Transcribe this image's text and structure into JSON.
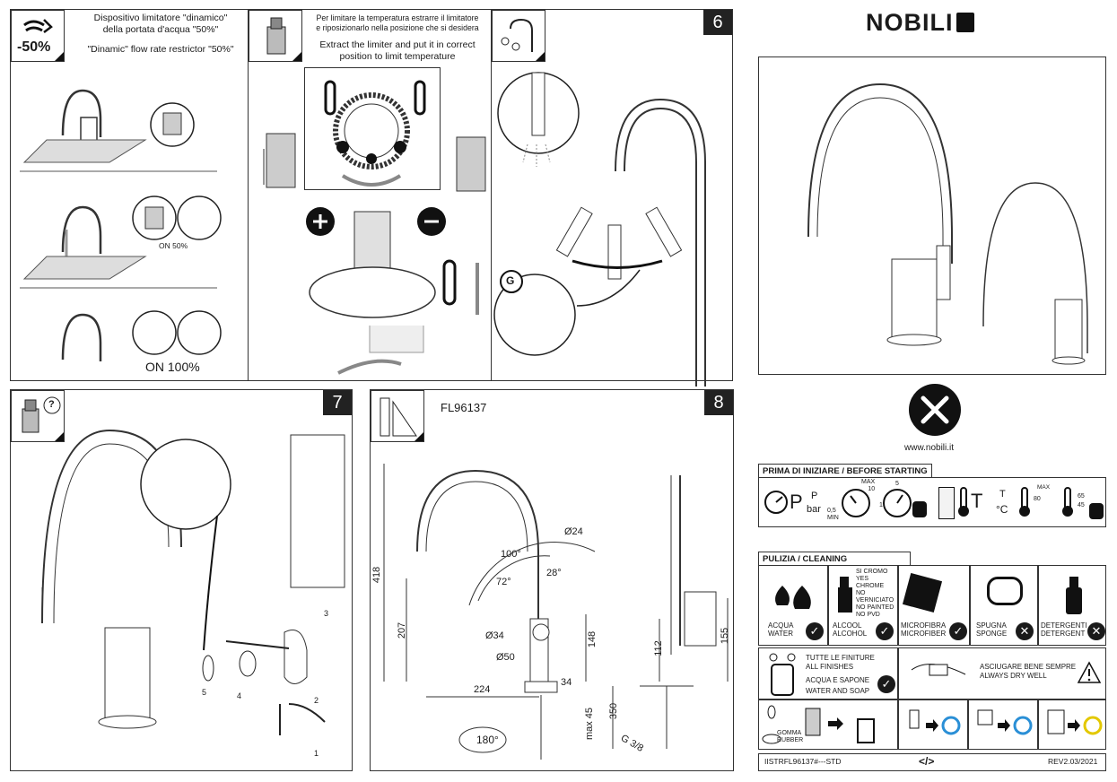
{
  "panel5": {
    "flow_icon_label": "-50%",
    "text_it": "Dispositivo limitatore \"dinamico\"\ndella portata d'acqua \"50%\"",
    "text_en": "\"Dinamic\" flow rate restrictor \"50%\"",
    "on50": "ON  50%",
    "on100": "ON 100%"
  },
  "panel_temp": {
    "text_it": "Per limitare la temperatura estrarre il limitatore\ne riposizionarlo nella posizione che si desidera",
    "text_en": "Extract the limiter and put it in correct\nposition to limit temperature"
  },
  "panel6": {
    "number": "6",
    "g_label": "G"
  },
  "panel7": {
    "number": "7",
    "help_icon": "?",
    "steps": [
      "1",
      "2",
      "3",
      "4",
      "5"
    ]
  },
  "panel8": {
    "number": "8",
    "model": "FL96137",
    "dims": {
      "d24": "Ø24",
      "h418": "418",
      "h207": "207",
      "a100": "100°",
      "a72": "72°",
      "a28": "28°",
      "d34": "Ø34",
      "d50": "Ø50",
      "h148": "148",
      "w224": "224",
      "w34": "34",
      "h350": "350",
      "max45": "max 45",
      "g38": "G 3/8",
      "rot": "180°",
      "h112": "112",
      "h155": "155"
    }
  },
  "brand": {
    "logo": "NOBILI",
    "url": "www.nobili.it"
  },
  "before_starting": {
    "title": "PRIMA DI INIZIARE  / BEFORE STARTING",
    "p_label": "P",
    "p_unit_top": "P",
    "p_unit_bottom": "bar",
    "g1_max": "MAX\n10",
    "g1_min": "0,5\nMIN",
    "g2_top": "5",
    "g2_left": "1",
    "t_label": "T",
    "t_unit_top": "T",
    "t_unit_bottom": "°C",
    "t_max": "MAX",
    "t_80": "80",
    "t_65": "65",
    "t_45": "45"
  },
  "cleaning": {
    "title": "PULIZIA  /  CLEANING",
    "water": "ACQUA\nWATER",
    "alcohol": "ALCOOL\nALCOHOL",
    "chrome_notes": "SI  CROMO\nYES CHROME\nNO VERNICIATO\nNO PAINTED\nNO PVD",
    "microfiber": "MICROFIBRA\nMICROFIBER",
    "sponge": "SPUGNA\nSPONGE",
    "detergent": "DETERGENTI\nDETERGENT",
    "all_finishes": "TUTTE LE FINITURE\nALL FINISHES",
    "soap_water": "ACQUA E SAPONE\nWATER AND SOAP",
    "dry": "ASCIUGARE BENE SEMPRE\nALWAYS DRY WELL",
    "rubber": "GOMMA\nRUBBER"
  },
  "footer": {
    "code": "IISTRFL96137#---STD",
    "icon": "</>",
    "rev": "REV2.03/2021"
  }
}
